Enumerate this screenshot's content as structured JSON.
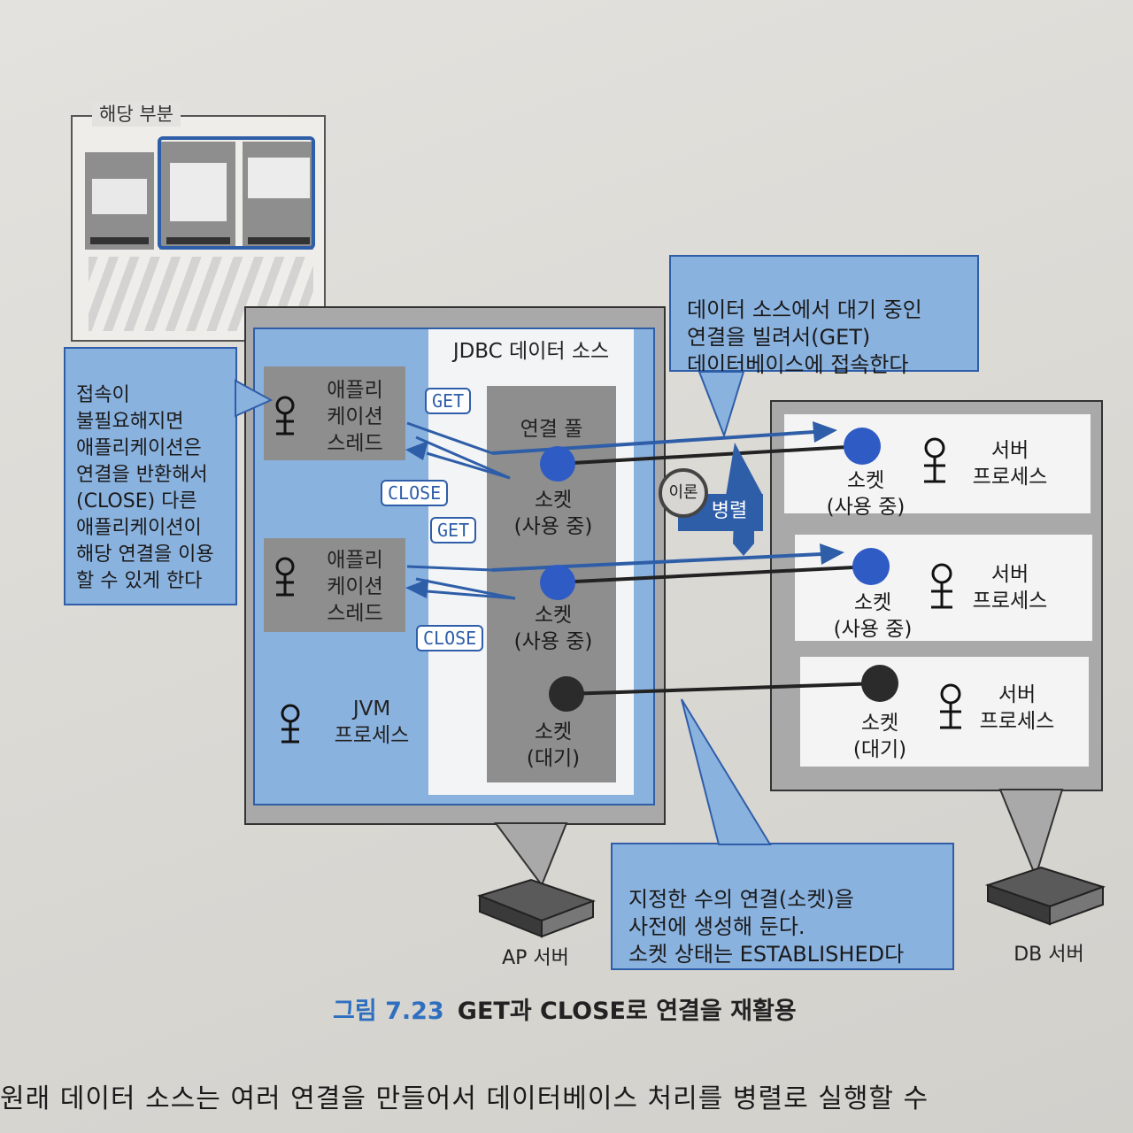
{
  "figure": {
    "thumbnail_label": "해당 부분",
    "ap_box": {
      "jdbc_title": "JDBC 데이터 소스",
      "pool_title": "연결 풀",
      "thread_top": "애플리\n케이션\n스레드",
      "thread_bottom": "애플리\n케이션\n스레드",
      "jvm_label": "JVM\n프로세스",
      "get_1": "GET",
      "close_1": "CLOSE",
      "get_2": "GET",
      "close_2": "CLOSE",
      "socket_1": "소켓\n(사용 중)",
      "socket_2": "소켓\n(사용 중)",
      "socket_3": "소켓\n(대기)"
    },
    "db_box": {
      "socket_1": "소켓\n(사용 중)",
      "socket_2": "소켓\n(사용 중)",
      "socket_3": "소켓\n(대기)",
      "server_process_1": "서버\n프로세스",
      "server_process_2": "서버\n프로세스",
      "server_process_3": "서버\n프로세스"
    },
    "theory_badge": "이론",
    "parallel_label": "병렬",
    "callout_left": "접속이\n불필요해지면\n애플리케이션은\n연결을 반환해서\n(CLOSE) 다른\n애플리케이션이\n해당 연결을 이용\n할 수 있게 한다",
    "callout_top": "데이터 소스에서 대기 중인\n연결을 빌려서(GET)\n데이터베이스에 접속한다",
    "callout_bottom": "지정한 수의 연결(소켓)을\n사전에 생성해 둔다.\n소켓 상태는 ESTABLISHED다",
    "ap_server_label": "AP 서버",
    "db_server_label": "DB 서버",
    "caption_number": "그림 7.23",
    "caption_text": "GET과 CLOSE로 연결을 재활용",
    "body_text": "원래 데이터 소스는 여러 연결을 만들어서 데이터베이스 처리를 병렬로 실행할 수",
    "colors": {
      "accent_blue": "#2f5ea8",
      "light_blue": "#8ab2df",
      "socket_blue": "#2f5bc4",
      "socket_black": "#2b2b2b"
    }
  }
}
